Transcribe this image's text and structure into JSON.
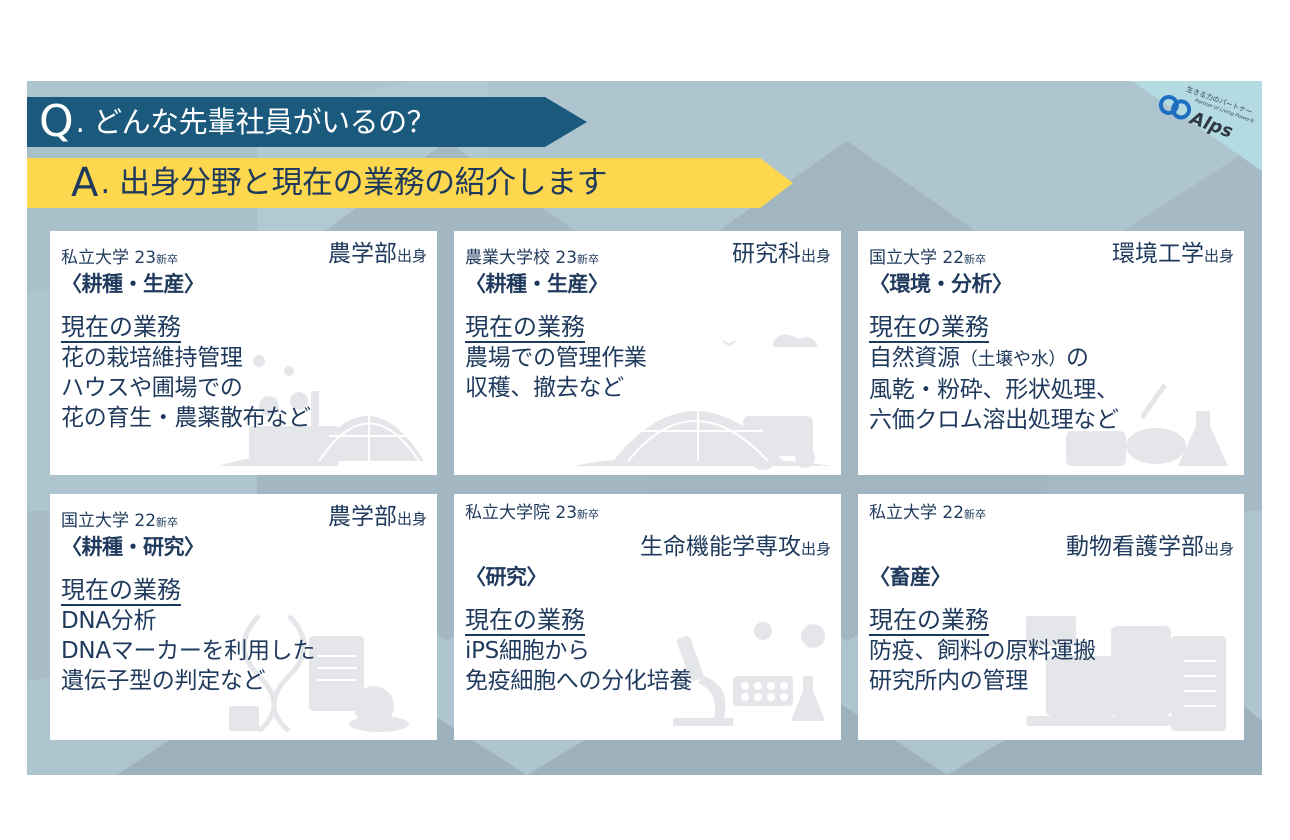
{
  "header": {
    "question_letter": "Q",
    "question_text": ". どんな先輩社員がいるの？",
    "answer_letter": "A",
    "answer_text": ". 出身分野と現在の業務の紹介します"
  },
  "logo": {
    "tagline_jp": "生きる力のパートナー",
    "tagline_en": "Partner of Living Power®",
    "brand": "Alps"
  },
  "colors": {
    "background": "#aec4cf",
    "question_banner": "#1b5a7d",
    "answer_banner": "#fdd84e",
    "text": "#1f3a5c",
    "card": "#ffffff"
  },
  "duties_label": "現在の業務",
  "cards": [
    {
      "school": "私立大学 23",
      "grad_suffix": "新卒",
      "faculty": "農学部",
      "faculty_suffix": "出身",
      "category": "〈耕種・生産〉",
      "duties": [
        "花の栽培維持管理",
        "ハウスや圃場での",
        "花の育生・農薬散布など"
      ],
      "illustration": "greenhouse-flowers-icon"
    },
    {
      "school": "農業大学校 23",
      "grad_suffix": "新卒",
      "faculty": "研究科",
      "faculty_suffix": "出身",
      "category": "〈耕種・生産〉",
      "duties": [
        "農場での管理作業",
        "収穫、撤去など"
      ],
      "illustration": "greenhouse-tractor-icon"
    },
    {
      "school": "国立大学 22",
      "grad_suffix": "新卒",
      "faculty": "環境工学",
      "faculty_suffix": "出身",
      "category": "〈環境・分析〉",
      "duties": [
        "自然資源",
        "（土壌や水）",
        "の",
        "風乾・粉砕、形状処理、",
        "六価クロム溶出処理など"
      ],
      "illustration": "lab-flask-dropper-icon"
    },
    {
      "school": "国立大学 22",
      "grad_suffix": "新卒",
      "faculty": "農学部",
      "faculty_suffix": "出身",
      "category": "〈耕種・研究〉",
      "duties": [
        "DNA分析",
        "DNAマーカーを利用した",
        "遺伝子型の判定など"
      ],
      "illustration": "dna-lab-icon"
    },
    {
      "school": "私立大学院 23",
      "grad_suffix": "新卒",
      "faculty": "生命機能学専攻",
      "faculty_suffix": "出身",
      "category": "〈研究〉",
      "duties": [
        "iPS細胞から",
        "免疫細胞への分化培養"
      ],
      "illustration": "microscope-cells-icon"
    },
    {
      "school": "私立大学 22",
      "grad_suffix": "新卒",
      "faculty": "動物看護学部",
      "faculty_suffix": "出身",
      "category": "〈畜産〉",
      "duties": [
        "防疫、飼料の原料運搬",
        "研究所内の管理"
      ],
      "illustration": "livestock-feed-checklist-icon"
    }
  ]
}
